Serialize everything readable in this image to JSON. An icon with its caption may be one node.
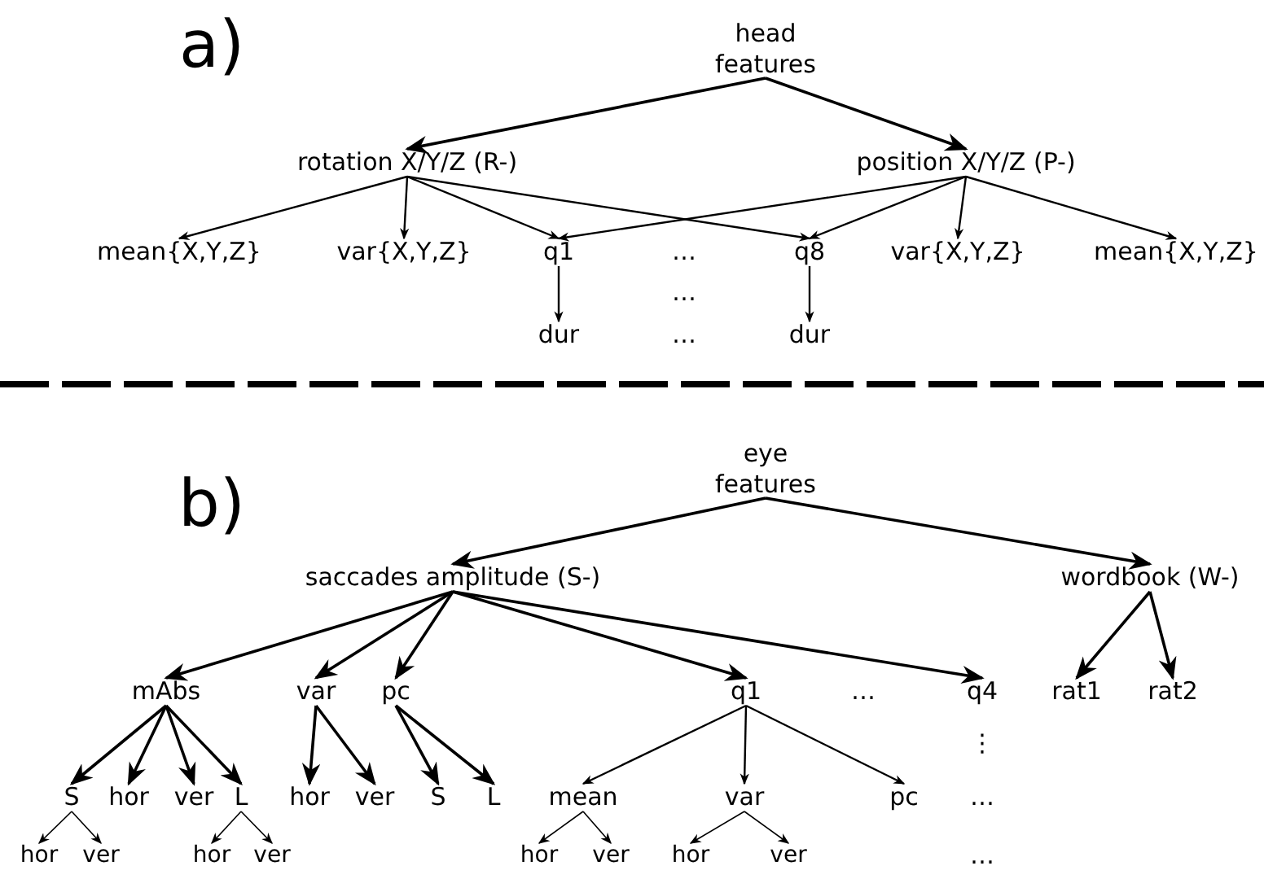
{
  "diagram": {
    "nodes": [
      {
        "text": [
          "head features"
        ]
      },
      {
        "text": [
          "rotation X/Y/Z (R-)"
        ]
      },
      {
        "text": [
          "position X/Y/Z (P-)"
        ]
      },
      {
        "text": [
          "mean{X,Y,Z}"
        ]
      },
      {
        "text": [
          "var{X,Y,Z}"
        ]
      },
      {
        "text": [
          "q1"
        ]
      },
      {
        "text": [
          "q8"
        ]
      },
      {
        "text": [
          "var{X,Y,Z}"
        ]
      },
      {
        "text": [
          "mean{X,Y,Z}"
        ]
      },
      {
        "text": [
          "dur"
        ]
      },
      {
        "text": [
          "dur"
        ]
      },
      {
        "text": [
          "eye features"
        ]
      },
      {
        "text": [
          "saccades amplitude (S-)"
        ]
      },
      {
        "text": [
          "wordbook (W-)"
        ]
      },
      {
        "text": [
          "mAbs"
        ]
      },
      {
        "text": [
          "var"
        ]
      },
      {
        "text": [
          "pc"
        ]
      },
      {
        "text": [
          "q1"
        ]
      },
      {
        "text": [
          "q4"
        ]
      },
      {
        "text": [
          "rat1"
        ]
      },
      {
        "text": [
          "rat2"
        ]
      },
      {
        "text": [
          "S"
        ]
      },
      {
        "text": [
          "hor"
        ]
      },
      {
        "text": [
          "ver"
        ]
      },
      {
        "text": [
          "L"
        ]
      },
      {
        "text": [
          "hor"
        ]
      },
      {
        "text": [
          "ver"
        ]
      },
      {
        "text": [
          "S"
        ]
      },
      {
        "text": [
          "L"
        ]
      },
      {
        "text": [
          "mean"
        ]
      },
      {
        "text": [
          "var"
        ]
      },
      {
        "text": [
          "pc"
        ]
      },
      {
        "text": [
          "hor"
        ]
      },
      {
        "text": [
          "ver"
        ]
      },
      {
        "text": [
          "hor"
        ]
      },
      {
        "text": [
          "ver"
        ]
      },
      {
        "text": [
          "hor"
        ]
      },
      {
        "text": [
          "ver"
        ]
      },
      {
        "text": [
          "hor"
        ]
      },
      {
        "text": [
          "ver"
        ]
      }
    ],
    "edges": [
      {
        "from": 0,
        "to": 1,
        "arrow": "to"
      },
      {
        "from": 0,
        "to": 2,
        "arrow": "to"
      },
      {
        "from": 1,
        "to": 3,
        "arrow": "to"
      },
      {
        "from": 1,
        "to": 4,
        "arrow": "to"
      },
      {
        "from": 1,
        "to": 5,
        "arrow": "to"
      },
      {
        "from": 1,
        "to": 6,
        "arrow": "to"
      },
      {
        "from": 2,
        "to": 5,
        "arrow": "to"
      },
      {
        "from": 2,
        "to": 6,
        "arrow": "to"
      },
      {
        "from": 2,
        "to": 7,
        "arrow": "to"
      },
      {
        "from": 2,
        "to": 8,
        "arrow": "to"
      },
      {
        "from": 5,
        "to": 9,
        "arrow": "to"
      },
      {
        "from": 6,
        "to": 10,
        "arrow": "to"
      },
      {
        "from": 11,
        "to": 12,
        "arrow": "to"
      },
      {
        "from": 11,
        "to": 13,
        "arrow": "to"
      },
      {
        "from": 12,
        "to": 14,
        "arrow": "to"
      },
      {
        "from": 12,
        "to": 15,
        "arrow": "to"
      },
      {
        "from": 12,
        "to": 16,
        "arrow": "to"
      },
      {
        "from": 12,
        "to": 17,
        "arrow": "to"
      },
      {
        "from": 12,
        "to": 18,
        "arrow": "to"
      },
      {
        "from": 13,
        "to": 19,
        "arrow": "to"
      },
      {
        "from": 13,
        "to": 20,
        "arrow": "to"
      },
      {
        "from": 14,
        "to": 21,
        "arrow": "to"
      },
      {
        "from": 14,
        "to": 22,
        "arrow": "to"
      },
      {
        "from": 14,
        "to": 23,
        "arrow": "to"
      },
      {
        "from": 14,
        "to": 24,
        "arrow": "to"
      },
      {
        "from": 15,
        "to": 25,
        "arrow": "to"
      },
      {
        "from": 15,
        "to": 26,
        "arrow": "to"
      },
      {
        "from": 16,
        "to": 27,
        "arrow": "to"
      },
      {
        "from": 16,
        "to": 28,
        "arrow": "to"
      },
      {
        "from": 17,
        "to": 29,
        "arrow": "to"
      },
      {
        "from": 17,
        "to": 30,
        "arrow": "to"
      },
      {
        "from": 17,
        "to": 31,
        "arrow": "to"
      },
      {
        "from": 21,
        "to": 32,
        "arrow": "to"
      },
      {
        "from": 21,
        "to": 33,
        "arrow": "to"
      },
      {
        "from": 24,
        "to": 34,
        "arrow": "to"
      },
      {
        "from": 24,
        "to": 35,
        "arrow": "to"
      },
      {
        "from": 29,
        "to": 36,
        "arrow": "to"
      },
      {
        "from": 29,
        "to": 37,
        "arrow": "to"
      },
      {
        "from": 30,
        "to": 38,
        "arrow": "to"
      },
      {
        "from": 30,
        "to": 39,
        "arrow": "to"
      }
    ],
    "labels": [
      "a)",
      "…",
      "…",
      "…",
      "b)",
      "…",
      "⋮",
      "…",
      "…"
    ]
  }
}
